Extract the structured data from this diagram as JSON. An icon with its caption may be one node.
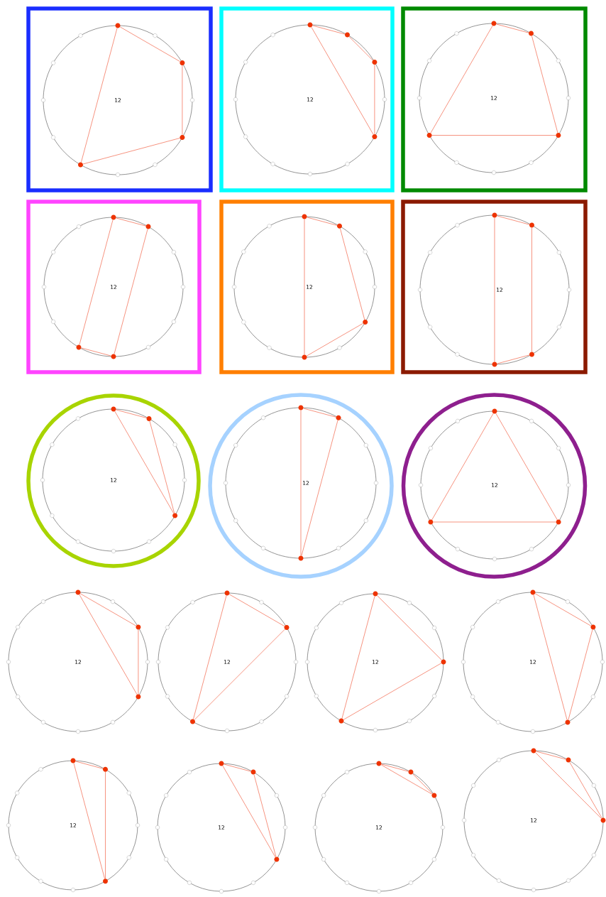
{
  "diagram": {
    "nodes": [
      {
        "text": [],
        "shape": "box"
      },
      {
        "text": [
          "12"
        ],
        "in": 0
      },
      {
        "text": [],
        "shape": "circle",
        "in": 1
      },
      {
        "text": [],
        "shape": "circle",
        "in": 1
      },
      {
        "text": [],
        "shape": "circle",
        "in": 1
      },
      {
        "text": [],
        "shape": "circle",
        "in": 1
      },
      {
        "text": [],
        "shape": "box"
      },
      {
        "text": [
          "12"
        ],
        "in": 6
      },
      {
        "text": [],
        "shape": "circle",
        "in": 7
      },
      {
        "text": [],
        "shape": "circle",
        "in": 7
      },
      {
        "text": [],
        "shape": "circle",
        "in": 7
      },
      {
        "text": [],
        "shape": "circle",
        "in": 7
      },
      {
        "text": [],
        "shape": "box"
      },
      {
        "text": [
          "12"
        ],
        "in": 12
      },
      {
        "text": [],
        "shape": "circle",
        "in": 13
      },
      {
        "text": [],
        "shape": "circle",
        "in": 13
      },
      {
        "text": [],
        "shape": "circle",
        "in": 13
      },
      {
        "text": [],
        "shape": "circle",
        "in": 13
      },
      {
        "text": [],
        "shape": "box"
      },
      {
        "text": [
          "12"
        ],
        "in": 18
      },
      {
        "text": [],
        "shape": "circle",
        "in": 19
      },
      {
        "text": [],
        "shape": "circle",
        "in": 19
      },
      {
        "text": [],
        "shape": "circle",
        "in": 19
      },
      {
        "text": [],
        "shape": "circle",
        "in": 19
      },
      {
        "text": [],
        "shape": "box"
      },
      {
        "text": [
          "12"
        ],
        "in": 24
      },
      {
        "text": [],
        "shape": "circle",
        "in": 25
      },
      {
        "text": [],
        "shape": "circle",
        "in": 25
      },
      {
        "text": [],
        "shape": "circle",
        "in": 25
      },
      {
        "text": [],
        "shape": "circle",
        "in": 25
      },
      {
        "text": [],
        "shape": "box"
      },
      {
        "text": [
          "12"
        ],
        "in": 30
      },
      {
        "text": [],
        "shape": "circle",
        "in": 31
      },
      {
        "text": [],
        "shape": "circle",
        "in": 31
      },
      {
        "text": [],
        "shape": "circle",
        "in": 31
      },
      {
        "text": [],
        "shape": "circle",
        "in": 31
      },
      {
        "text": [],
        "shape": "circle"
      },
      {
        "text": [
          "12"
        ],
        "in": 36
      },
      {
        "text": [],
        "shape": "circle",
        "in": 37
      },
      {
        "text": [],
        "shape": "circle",
        "in": 37
      },
      {
        "text": [],
        "shape": "circle",
        "in": 37
      },
      {
        "text": [],
        "shape": "circle"
      },
      {
        "text": [
          "12"
        ],
        "in": 41
      },
      {
        "text": [],
        "shape": "circle",
        "in": 42
      },
      {
        "text": [],
        "shape": "circle",
        "in": 42
      },
      {
        "text": [],
        "shape": "circle",
        "in": 42
      },
      {
        "text": [],
        "shape": "circle"
      },
      {
        "text": [
          "12"
        ],
        "in": 46
      },
      {
        "text": [],
        "shape": "circle",
        "in": 47
      },
      {
        "text": [],
        "shape": "circle",
        "in": 47
      },
      {
        "text": [],
        "shape": "circle",
        "in": 47
      },
      {
        "text": [
          "12"
        ]
      },
      {
        "text": [],
        "shape": "circle",
        "in": 51
      },
      {
        "text": [],
        "shape": "circle",
        "in": 51
      },
      {
        "text": [],
        "shape": "circle",
        "in": 51
      },
      {
        "text": [
          "12"
        ]
      },
      {
        "text": [],
        "shape": "circle",
        "in": 55
      },
      {
        "text": [],
        "shape": "circle",
        "in": 55
      },
      {
        "text": [],
        "shape": "circle",
        "in": 55
      },
      {
        "text": [
          "12"
        ]
      },
      {
        "text": [],
        "shape": "circle",
        "in": 59
      },
      {
        "text": [],
        "shape": "circle",
        "in": 59
      },
      {
        "text": [],
        "shape": "circle",
        "in": 59
      },
      {
        "text": [
          "12"
        ]
      },
      {
        "text": [],
        "shape": "circle",
        "in": 63
      },
      {
        "text": [],
        "shape": "circle",
        "in": 63
      },
      {
        "text": [],
        "shape": "circle",
        "in": 63
      },
      {
        "text": [
          "12"
        ]
      },
      {
        "text": [],
        "shape": "circle",
        "in": 67
      },
      {
        "text": [],
        "shape": "circle",
        "in": 67
      },
      {
        "text": [],
        "shape": "circle",
        "in": 67
      },
      {
        "text": [
          "12"
        ]
      },
      {
        "text": [],
        "shape": "circle",
        "in": 71
      },
      {
        "text": [],
        "shape": "circle",
        "in": 71
      },
      {
        "text": [],
        "shape": "circle",
        "in": 71
      },
      {
        "text": [
          "12"
        ]
      },
      {
        "text": [],
        "shape": "circle",
        "in": 75
      },
      {
        "text": [],
        "shape": "circle",
        "in": 75
      },
      {
        "text": [],
        "shape": "circle",
        "in": 75
      },
      {
        "text": [
          "12"
        ]
      },
      {
        "text": [],
        "shape": "circle",
        "in": 79
      },
      {
        "text": [],
        "shape": "circle",
        "in": 79
      },
      {
        "text": [],
        "shape": "circle",
        "in": 79
      }
    ],
    "edges": [
      {
        "from": 2,
        "to": 3,
        "arrow": "none"
      },
      {
        "from": 3,
        "to": 4,
        "arrow": "none"
      },
      {
        "from": 4,
        "to": 5,
        "arrow": "none"
      },
      {
        "from": 5,
        "to": 2,
        "arrow": "none"
      },
      {
        "from": 8,
        "to": 9,
        "arrow": "none"
      },
      {
        "from": 9,
        "to": 10,
        "arrow": "none"
      },
      {
        "from": 10,
        "to": 11,
        "arrow": "none"
      },
      {
        "from": 11,
        "to": 8,
        "arrow": "none"
      },
      {
        "from": 14,
        "to": 15,
        "arrow": "none"
      },
      {
        "from": 15,
        "to": 16,
        "arrow": "none"
      },
      {
        "from": 16,
        "to": 17,
        "arrow": "none"
      },
      {
        "from": 17,
        "to": 14,
        "arrow": "none"
      },
      {
        "from": 20,
        "to": 21,
        "arrow": "none"
      },
      {
        "from": 21,
        "to": 22,
        "arrow": "none"
      },
      {
        "from": 22,
        "to": 23,
        "arrow": "none"
      },
      {
        "from": 23,
        "to": 20,
        "arrow": "none"
      },
      {
        "from": 26,
        "to": 27,
        "arrow": "none"
      },
      {
        "from": 27,
        "to": 28,
        "arrow": "none"
      },
      {
        "from": 28,
        "to": 29,
        "arrow": "none"
      },
      {
        "from": 29,
        "to": 26,
        "arrow": "none"
      },
      {
        "from": 32,
        "to": 33,
        "arrow": "none"
      },
      {
        "from": 33,
        "to": 34,
        "arrow": "none"
      },
      {
        "from": 34,
        "to": 35,
        "arrow": "none"
      },
      {
        "from": 35,
        "to": 32,
        "arrow": "none"
      },
      {
        "from": 38,
        "to": 39,
        "arrow": "none"
      },
      {
        "from": 39,
        "to": 40,
        "arrow": "none"
      },
      {
        "from": 40,
        "to": 38,
        "arrow": "none"
      },
      {
        "from": 43,
        "to": 44,
        "arrow": "none"
      },
      {
        "from": 44,
        "to": 45,
        "arrow": "none"
      },
      {
        "from": 45,
        "to": 43,
        "arrow": "none"
      },
      {
        "from": 48,
        "to": 49,
        "arrow": "none"
      },
      {
        "from": 49,
        "to": 50,
        "arrow": "none"
      },
      {
        "from": 50,
        "to": 48,
        "arrow": "none"
      },
      {
        "from": 52,
        "to": 53,
        "arrow": "none"
      },
      {
        "from": 53,
        "to": 54,
        "arrow": "none"
      },
      {
        "from": 54,
        "to": 52,
        "arrow": "none"
      },
      {
        "from": 56,
        "to": 57,
        "arrow": "none"
      },
      {
        "from": 57,
        "to": 58,
        "arrow": "none"
      },
      {
        "from": 58,
        "to": 56,
        "arrow": "none"
      },
      {
        "from": 60,
        "to": 61,
        "arrow": "none"
      },
      {
        "from": 61,
        "to": 62,
        "arrow": "none"
      },
      {
        "from": 62,
        "to": 60,
        "arrow": "none"
      },
      {
        "from": 64,
        "to": 65,
        "arrow": "none"
      },
      {
        "from": 65,
        "to": 66,
        "arrow": "none"
      },
      {
        "from": 66,
        "to": 64,
        "arrow": "none"
      },
      {
        "from": 68,
        "to": 69,
        "arrow": "none"
      },
      {
        "from": 69,
        "to": 70,
        "arrow": "none"
      },
      {
        "from": 70,
        "to": 68,
        "arrow": "none"
      },
      {
        "from": 72,
        "to": 73,
        "arrow": "none"
      },
      {
        "from": 73,
        "to": 74,
        "arrow": "none"
      },
      {
        "from": 74,
        "to": 72,
        "arrow": "none"
      },
      {
        "from": 76,
        "to": 77,
        "arrow": "none"
      },
      {
        "from": 77,
        "to": 78,
        "arrow": "none"
      },
      {
        "from": 78,
        "to": 76,
        "arrow": "none"
      },
      {
        "from": 80,
        "to": 81,
        "arrow": "none"
      },
      {
        "from": 81,
        "to": 82,
        "arrow": "none"
      },
      {
        "from": 82,
        "to": 80,
        "arrow": "none"
      }
    ]
  }
}
